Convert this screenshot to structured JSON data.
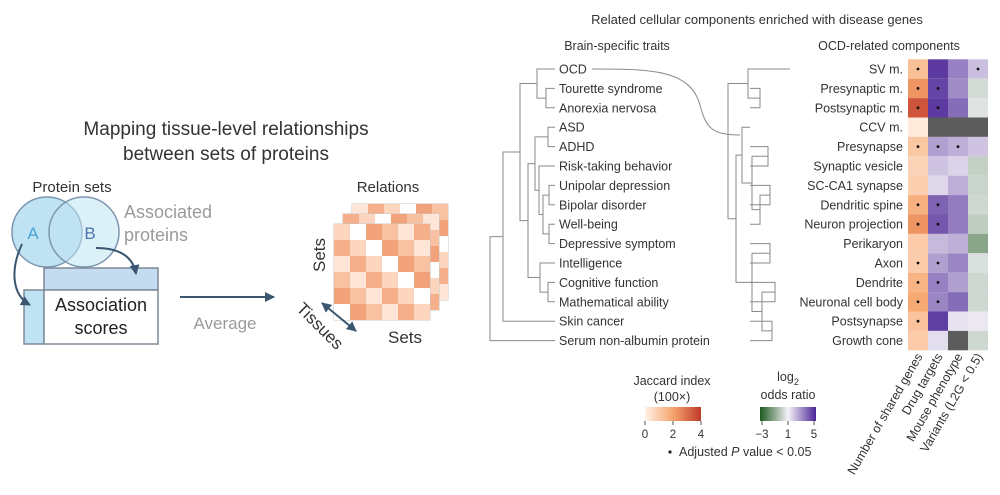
{
  "left_panel": {
    "title_line1": "Mapping tissue-level relationships",
    "title_line2": "between sets of proteins",
    "protein_sets_label": "Protein sets",
    "set_a": "A",
    "set_b": "B",
    "associated_line1": "Associated",
    "associated_line2": "proteins",
    "assoc_line1": "Association",
    "assoc_line2": "scores",
    "average_label": "Average",
    "relations_label": "Relations",
    "sets_vertical_label": "Sets",
    "sets_bottom_label": "Sets",
    "tissues_label": "Tissues"
  },
  "right_panel": {
    "title": "Related cellular components enriched with disease genes",
    "traits_header": "Brain-specific traits",
    "components_header": "OCD-related components",
    "traits": [
      "OCD",
      "Tourette syndrome",
      "Anorexia nervosa",
      "ASD",
      "ADHD",
      "Risk-taking behavior",
      "Unipolar depression",
      "Bipolar disorder",
      "Well-being",
      "Depressive symptom",
      "Intelligence",
      "Cognitive function",
      "Mathematical ability",
      "Skin cancer",
      "Serum non-albumin protein"
    ],
    "components": [
      "SV m.",
      "Presynaptic m.",
      "Postsynaptic m.",
      "CCV m.",
      "Presynapse",
      "Synaptic vesicle",
      "SC-CA1 synapse",
      "Dendritic spine",
      "Neuron projection",
      "Perikaryon",
      "Axon",
      "Dendrite",
      "Neuronal cell body",
      "Postsynapse",
      "Growth cone"
    ],
    "columns": [
      "Number of shared genes",
      "Drug targets",
      "Mouse phenotype",
      "Variants (L2G < 0.5)"
    ],
    "jaccard_values": [
      1.3,
      2.3,
      3.5,
      0.2,
      1.1,
      0.8,
      0.9,
      1.7,
      2.3,
      1.0,
      1.0,
      1.6,
      1.9,
      1.2,
      1.0
    ],
    "log2_odds": [
      [
        4.6,
        3.2,
        2.0
      ],
      [
        4.4,
        3.0,
        0.4
      ],
      [
        4.6,
        3.6,
        0.6
      ],
      [
        null,
        null,
        null
      ],
      [
        2.6,
        2.3,
        1.9
      ],
      [
        1.9,
        1.6,
        0.1
      ],
      [
        1.5,
        2.3,
        0.2
      ],
      [
        3.8,
        3.3,
        0.3
      ],
      [
        4.0,
        3.3,
        0.0
      ],
      [
        2.1,
        2.3,
        -1.0
      ],
      [
        2.6,
        3.1,
        0.5
      ],
      [
        3.2,
        2.6,
        0.3
      ],
      [
        3.1,
        3.6,
        0.3
      ],
      [
        4.5,
        1.3,
        1.2
      ],
      [
        1.4,
        null,
        0.3
      ]
    ],
    "significant": [
      [
        1,
        0,
        0,
        1
      ],
      [
        1,
        1,
        0,
        0
      ],
      [
        1,
        1,
        0,
        0
      ],
      [
        0,
        0,
        0,
        0
      ],
      [
        1,
        1,
        1,
        0
      ],
      [
        0,
        0,
        0,
        0
      ],
      [
        0,
        0,
        0,
        0
      ],
      [
        1,
        1,
        0,
        0
      ],
      [
        1,
        1,
        0,
        0
      ],
      [
        0,
        0,
        0,
        0
      ],
      [
        1,
        1,
        0,
        0
      ],
      [
        1,
        1,
        0,
        0
      ],
      [
        1,
        1,
        0,
        0
      ],
      [
        1,
        0,
        0,
        0
      ],
      [
        0,
        0,
        0,
        0
      ]
    ],
    "legend_jaccard_title_line1": "Jaccard index",
    "legend_jaccard_title_line2": "(100×)",
    "legend_jaccard_ticks": [
      "0",
      "2",
      "4"
    ],
    "legend_odds_title_line1": "log",
    "legend_odds_title_sub": "2",
    "legend_odds_title_line2": "odds ratio",
    "legend_odds_ticks": [
      "−3",
      "1",
      "5"
    ],
    "significance_note_prefix": "Adjusted ",
    "significance_note_italic": "P",
    "significance_note_suffix": " value < 0.05"
  },
  "colors": {
    "set_fill": "#bfe3f3",
    "set_stroke": "#7c96b0",
    "set_text": "#4aa3d6",
    "assoc_fill": "#c5dcf0",
    "arrow": "#3b5670",
    "grey_text": "#9a9a9a",
    "null_cell": "#5c5c5c",
    "dendro": "#8a8a8a"
  }
}
